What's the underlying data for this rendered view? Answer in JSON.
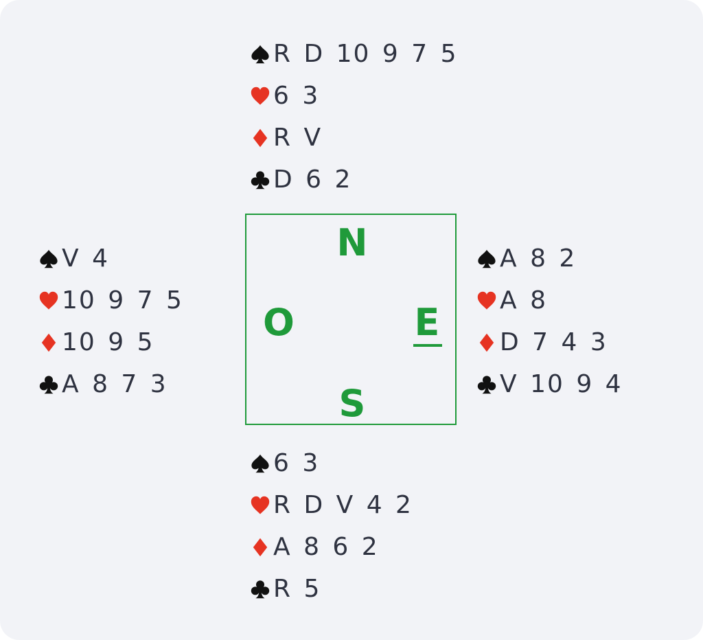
{
  "colors": {
    "background": "#f2f3f7",
    "black_suit": "#111111",
    "red_suit": "#e63322",
    "compass_green": "#1f9a3a",
    "card_text": "#2e3240"
  },
  "compass": {
    "north": "N",
    "south": "S",
    "west": "O",
    "east": "E",
    "dealer": "east"
  },
  "hands": {
    "north": {
      "spades": "R D 10 9 7 5",
      "hearts": "6 3",
      "diamonds": "R V",
      "clubs": "D 6 2"
    },
    "west": {
      "spades": "V 4",
      "hearts": "10 9 7 5",
      "diamonds": "10 9 5",
      "clubs": "A 8 7 3"
    },
    "east": {
      "spades": "A 8 2",
      "hearts": "A 8",
      "diamonds": "D 7 4 3",
      "clubs": "V 10 9 4"
    },
    "south": {
      "spades": "6 3",
      "hearts": "R D V 4 2",
      "diamonds": "A 8 6 2",
      "clubs": "R 5"
    }
  },
  "suit_icons": {
    "spades": "spade-icon",
    "hearts": "heart-icon",
    "diamonds": "diamond-icon",
    "clubs": "club-icon"
  }
}
